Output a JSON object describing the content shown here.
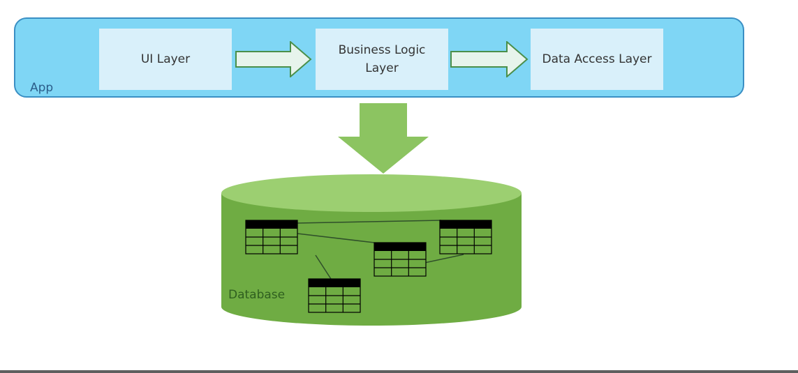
{
  "diagram": {
    "app": {
      "label": "App",
      "layers": {
        "ui": "UI Layer",
        "business_logic": "Business Logic\nLayer",
        "data_access": "Data Access Layer"
      }
    },
    "database": {
      "label": "Database"
    },
    "colors": {
      "app_fill": "#7fd6f5",
      "app_border": "#3a8fc4",
      "layer_fill": "#d9f0fa",
      "arrow_fill": "#e7f4ec",
      "arrow_stroke": "#4a8f4a",
      "db_fill": "#6fac43",
      "db_top": "#9ccf71",
      "table_header": "#000000",
      "table_body": "#6fac43"
    }
  }
}
